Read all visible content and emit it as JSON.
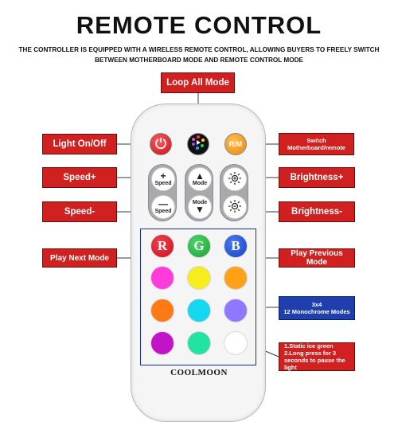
{
  "title": "REMOTE CONTROL",
  "subtitle": "THE CONTROLLER IS EQUIPPED WITH A WIRELESS REMOTE CONTROL, ALLOWING BUYERS TO FREELY SWITCH BETWEEN MOTHERBOARD MODE AND REMOTE CONTROL MODE",
  "labels": {
    "loop_all": "Loop All Mode",
    "light_onoff": "Light On/Off",
    "switch": "Switch Motherboard/remote",
    "speed_plus": "Speed+",
    "speed_minus": "Speed-",
    "brightness_plus": "Brightness+",
    "brightness_minus": "Brightness-",
    "play_next": "Play Next Mode",
    "play_prev": "Play Previous Mode",
    "grid_title": "3x4",
    "grid_sub": "12 Monochrome Modes",
    "note1": "1.Static ice green",
    "note2": "2.Long press for 3 seconds to pause the light"
  },
  "remote": {
    "rm_label": "R/M",
    "speed_up_label": "Speed",
    "speed_down_label": "Speed",
    "mode_up_label": "Mode",
    "mode_down_label": "Mode",
    "r": "R",
    "g": "G",
    "b": "B",
    "brand": "COOLMOON"
  },
  "colors": {
    "accent_red": "#d0201f",
    "accent_blue": "#1f3fae",
    "r_btn": "#d21a2a",
    "g_btn": "#24b540",
    "b_btn": "#1d4fd8",
    "swatches": [
      "#ff3bd9",
      "#f7ec1d",
      "#ffa21a",
      "#ff7a14",
      "#16d7f0",
      "#9077ff",
      "#c213c9",
      "#23e3a2",
      "#ffffff"
    ]
  }
}
